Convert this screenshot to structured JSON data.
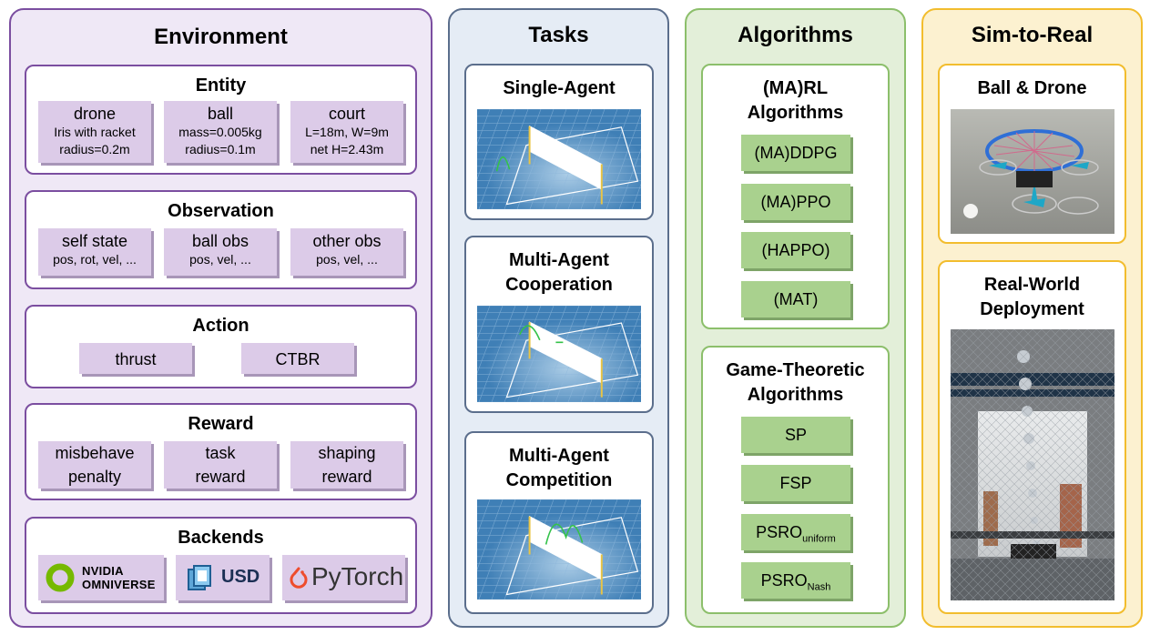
{
  "environment": {
    "title": "Environment",
    "entity": {
      "title": "Entity",
      "items": [
        {
          "name": "drone",
          "lines": [
            "Iris with racket",
            "radius=0.2m"
          ]
        },
        {
          "name": "ball",
          "lines": [
            "mass=0.005kg",
            "radius=0.1m"
          ]
        },
        {
          "name": "court",
          "lines": [
            "L=18m, W=9m",
            "net H=2.43m"
          ]
        }
      ]
    },
    "observation": {
      "title": "Observation",
      "items": [
        {
          "name": "self state",
          "detail": "pos, rot, vel, ..."
        },
        {
          "name": "ball obs",
          "detail": "pos, vel, ..."
        },
        {
          "name": "other obs",
          "detail": "pos, vel, ..."
        }
      ]
    },
    "action": {
      "title": "Action",
      "items": [
        "thrust",
        "CTBR"
      ]
    },
    "reward": {
      "title": "Reward",
      "items": [
        [
          "misbehave",
          "penalty"
        ],
        [
          "task",
          "reward"
        ],
        [
          "shaping",
          "reward"
        ]
      ]
    },
    "backends": {
      "title": "Backends",
      "nvidia": [
        "NVIDIA",
        "OMNIVERSE"
      ],
      "usd": "USD",
      "pytorch": "PyTorch"
    }
  },
  "tasks": {
    "title": "Tasks",
    "items": [
      {
        "title_lines": [
          "Single-Agent"
        ]
      },
      {
        "title_lines": [
          "Multi-Agent",
          "Cooperation"
        ]
      },
      {
        "title_lines": [
          "Multi-Agent",
          "Competition"
        ]
      }
    ]
  },
  "algorithms": {
    "title": "Algorithms",
    "rl": {
      "title_lines": [
        "(MA)RL",
        "Algorithms"
      ],
      "items": [
        "(MA)DDPG",
        "(MA)PPO",
        "(HAPPO)",
        "(MAT)"
      ]
    },
    "game": {
      "title_lines": [
        "Game-Theoretic",
        "Algorithms"
      ],
      "items": [
        {
          "main": "SP",
          "sub": ""
        },
        {
          "main": "FSP",
          "sub": ""
        },
        {
          "main": "PSRO",
          "sub": "uniform"
        },
        {
          "main": "PSRO",
          "sub": "Nash"
        }
      ]
    }
  },
  "sim2real": {
    "title": "Sim-to-Real",
    "ball_drone": {
      "title": "Ball & Drone"
    },
    "deployment": {
      "title_lines": [
        "Real-World",
        "Deployment"
      ]
    }
  },
  "colors": {
    "environment": "#7b4ea0",
    "tasks": "#5b6e8c",
    "algorithms": "#8cbf6b",
    "sim2real": "#f2bd2e"
  }
}
